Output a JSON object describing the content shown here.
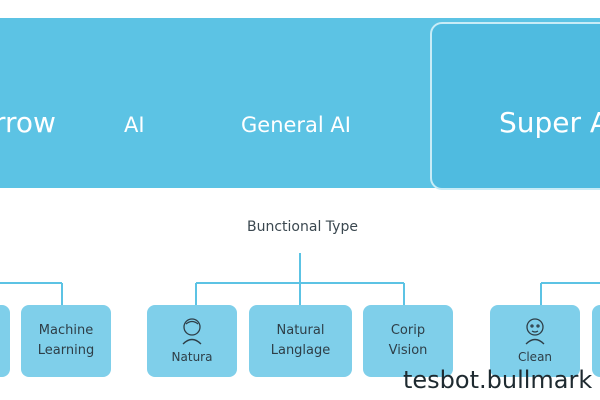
{
  "banner": {
    "narrow_label": "rrow",
    "ai_label": "AI",
    "general_label": "General AI",
    "super_label": "Super A"
  },
  "functional_title": "Bunctional Type",
  "nodes": [
    {
      "label": ""
    },
    {
      "label": "Machine\nLearning"
    },
    {
      "label": "Natura",
      "icon": "person-icon"
    },
    {
      "label": "Natural\nLanglage"
    },
    {
      "label": "Corip\nVision"
    },
    {
      "label": "Clean",
      "icon": "person-icon"
    },
    {
      "label": ""
    }
  ],
  "watermark": "tesbot.bullmark",
  "colors": {
    "banner": "#5cc3e4",
    "super_box": "#4fbbe0",
    "node": "#7fcfea",
    "connector": "#5cc3e4"
  }
}
